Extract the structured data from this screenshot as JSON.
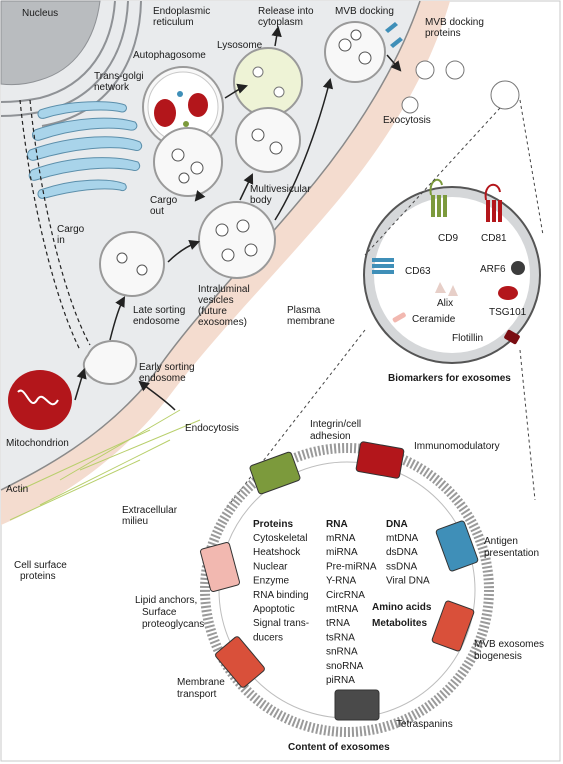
{
  "cell_labels": {
    "nucleus": "Nucleus",
    "endoplasmic_reticulum": [
      "Endoplasmic",
      "reticulum"
    ],
    "release": [
      "Release into",
      "cytoplasm"
    ],
    "mvb_docking": "MVB docking",
    "mvb_docking_proteins": [
      "MVB docking",
      "proteins"
    ],
    "autophagosome": "Autophagosome",
    "lysosome": "Lysosome",
    "trans_golgi": [
      "Trans-golgi",
      "network"
    ],
    "exocytosis": "Exocytosis",
    "cargo_out": [
      "Cargo",
      "out"
    ],
    "cargo_in": [
      "Cargo",
      "in"
    ],
    "multivesicular_body": [
      "Multivesicular",
      "body"
    ],
    "late_sorting": [
      "Late sorting",
      "endosome"
    ],
    "intraluminal": [
      "Intraluminal",
      "vesicles",
      "(future",
      "exosomes)"
    ],
    "plasma_membrane": [
      "Plasma",
      "membrane"
    ],
    "early_sorting": [
      "Early sorting",
      "endosome"
    ],
    "mitochondrion": "Mitochondrion",
    "endocytosis": "Endocytosis",
    "actin": "Actin",
    "extracellular": [
      "Extracellular",
      "milieu"
    ],
    "surface_proteins": [
      "Cell surface",
      "proteins"
    ]
  },
  "biomarkers": {
    "title": "Biomarkers for exosomes",
    "cd9": "CD9",
    "cd81": "CD81",
    "cd63": "CD63",
    "arf6": "ARF6",
    "alix": "Alix",
    "tsg101": "TSG101",
    "ceramide": "Ceramide",
    "flotillin": "Flotillin"
  },
  "content": {
    "title": "Content of exosomes",
    "integrin": [
      "Integrin/cell",
      "adhesion"
    ],
    "immunomodulatory": "Immunomodulatory",
    "antigen": [
      "Antigen",
      "presentation"
    ],
    "mvb_biogenesis": [
      "MVB exosomes",
      "biogenesis"
    ],
    "tetraspanins": "Tetraspanins",
    "membrane_transport": [
      "Membrane",
      "transport"
    ],
    "lipid_anchors": [
      "Lipid anchors,",
      "Surface",
      "proteoglycans"
    ],
    "proteins": {
      "header": "Proteins",
      "items": [
        "Cytoskeletal",
        "Heatshock",
        "Nuclear",
        "Enzyme",
        "RNA binding",
        "Apoptotic",
        "Signal trans-",
        "ducers"
      ]
    },
    "rna": {
      "header": "RNA",
      "items": [
        "mRNA",
        "miRNA",
        "Pre-miRNA",
        "Y-RNA",
        "CircRNA",
        "mtRNA",
        "tRNA",
        "tsRNA",
        "snRNA",
        "snoRNA",
        "piRNA"
      ]
    },
    "dna": {
      "header": "DNA",
      "items": [
        "mtDNA",
        "dsDNA",
        "ssDNA",
        "Viral DNA"
      ]
    },
    "amino_acids": "Amino acids",
    "metabolites": "Metabolites"
  },
  "colors": {
    "cytoplasm": "#e8eaec",
    "membrane_band": "#f4d9ca",
    "nucleus": "#b9bcbf",
    "golgi": "#a9d4ea",
    "green_protein": "#7c9a3c",
    "red_protein": "#b3161b",
    "blue_protein": "#3f8fb8",
    "pink_protein": "#f2b8b0",
    "orange_protein": "#d9503a",
    "dark_protein": "#4a4a4a"
  }
}
